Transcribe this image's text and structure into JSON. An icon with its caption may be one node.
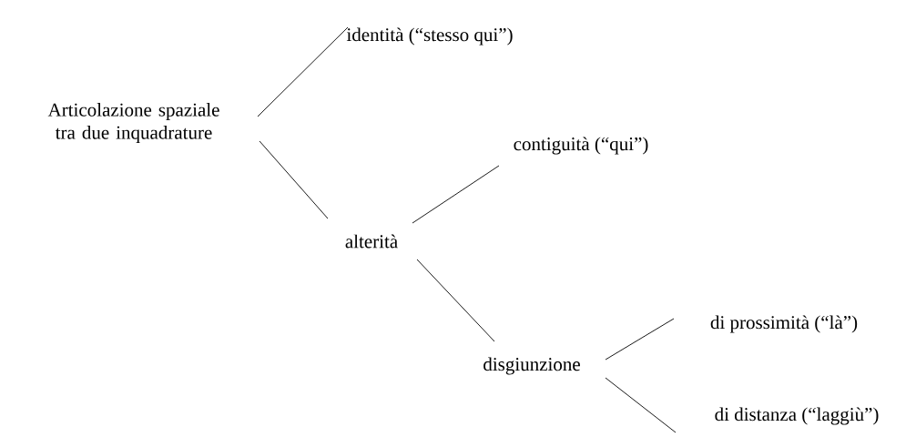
{
  "diagram": {
    "nodes": [
      {
        "text": [
          "Articolazione spaziale tra due inquadrature"
        ]
      },
      {
        "text": [
          "identità (“stesso qui”)"
        ]
      },
      {
        "text": [
          "contiguità (“qui”)"
        ]
      },
      {
        "text": [
          "alterità"
        ]
      },
      {
        "text": [
          "disgiunzione"
        ]
      },
      {
        "text": [
          "di prossimità (“là”)"
        ]
      },
      {
        "text": [
          "di distanza (“laggiù”)"
        ]
      }
    ],
    "edges": [
      {
        "from": 0,
        "to": 1,
        "arrow": "none"
      },
      {
        "from": 0,
        "to": 3,
        "arrow": "none"
      },
      {
        "from": 3,
        "to": 2,
        "arrow": "none"
      },
      {
        "from": 3,
        "to": 4,
        "arrow": "none"
      },
      {
        "from": 4,
        "to": 5,
        "arrow": "none"
      },
      {
        "from": 4,
        "to": 6,
        "arrow": "none"
      }
    ]
  }
}
